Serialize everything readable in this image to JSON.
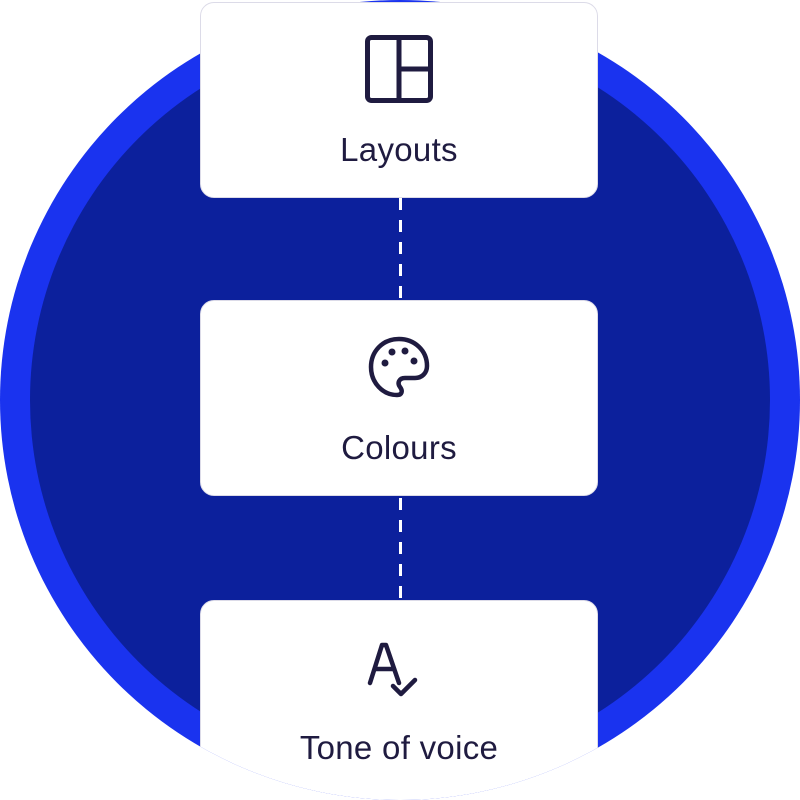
{
  "cards": [
    {
      "icon": "layout-icon",
      "label": "Layouts"
    },
    {
      "icon": "palette-icon",
      "label": "Colours"
    },
    {
      "icon": "spell-check-icon",
      "label": "Tone of voice"
    }
  ],
  "colors": {
    "ring": "#1a33ef",
    "inner": "#0c209c",
    "text": "#1f1b40"
  }
}
